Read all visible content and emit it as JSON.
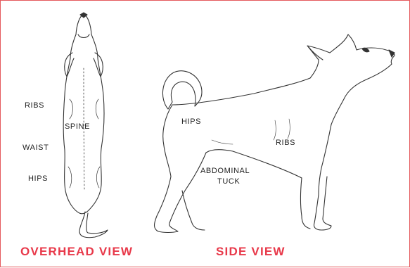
{
  "colors": {
    "accent": "#e8394a",
    "border": "#e4595d",
    "line": "#333333",
    "text": "#222222"
  },
  "overhead": {
    "caption": "OVERHEAD VIEW",
    "labels": {
      "ribs": "RIBS",
      "spine": "SPINE",
      "waist": "WAIST",
      "hips": "HIPS"
    }
  },
  "side": {
    "caption": "SIDE VIEW",
    "labels": {
      "hips": "HIPS",
      "ribs": "RIBS",
      "abdominal": "ABDOMINAL",
      "tuck": "TUCK"
    }
  }
}
